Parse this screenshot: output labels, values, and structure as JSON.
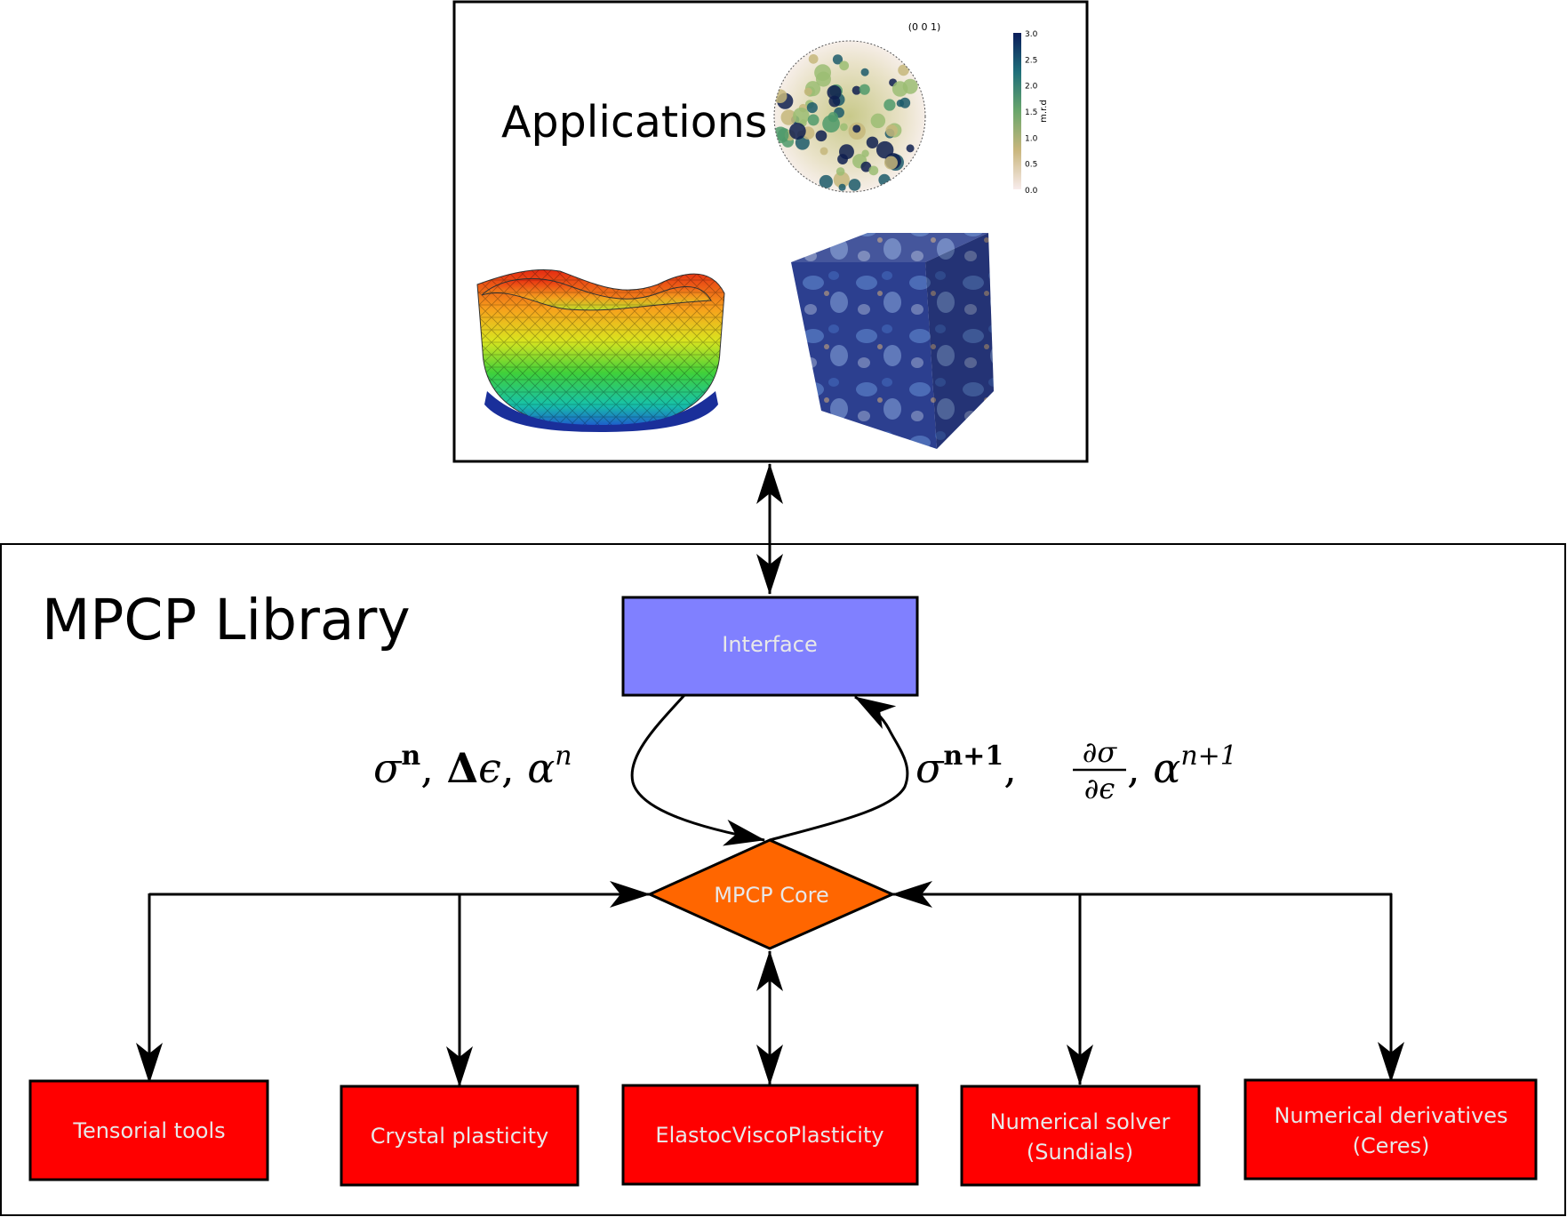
{
  "applications": {
    "title": "Applications",
    "pole_figure": {
      "title": "(0 0 1)",
      "colorbar_label": "m.r.d",
      "colorbar_ticks": [
        "3.0",
        "2.5",
        "2.0",
        "1.5",
        "1.0",
        "0.5",
        "0.0"
      ]
    }
  },
  "library": {
    "title": "MPCP Library",
    "interface_label": "Interface",
    "core_label": "MPCP Core",
    "modules": [
      {
        "line1": "Tensorial tools",
        "line2": ""
      },
      {
        "line1": "Crystal plasticity",
        "line2": ""
      },
      {
        "line1": "ElastocViscoPlasticity",
        "line2": ""
      },
      {
        "line1": "Numerical solver",
        "line2": "(Sundials)"
      },
      {
        "line1": "Numerical derivatives",
        "line2": "(Ceres)"
      }
    ],
    "input_math": {
      "sigma": "σ",
      "n_sup": "n",
      "sep1": ", ",
      "delta": "Δ",
      "eps": "ϵ",
      "sep2": ", ",
      "alpha": "α",
      "n_sup2": "n"
    },
    "output_math": {
      "sigma": "σ",
      "sup": "n+1",
      "sep1": ", ",
      "frac_num": "∂σ",
      "frac_den": "∂ϵ",
      "sep2": ", ",
      "alpha": "α",
      "sup2": "n+1"
    }
  },
  "colors": {
    "interface_fill": "#8080ff",
    "core_fill": "#ff6600",
    "module_fill": "#ff0000",
    "box_text": "#e8e8e8"
  }
}
